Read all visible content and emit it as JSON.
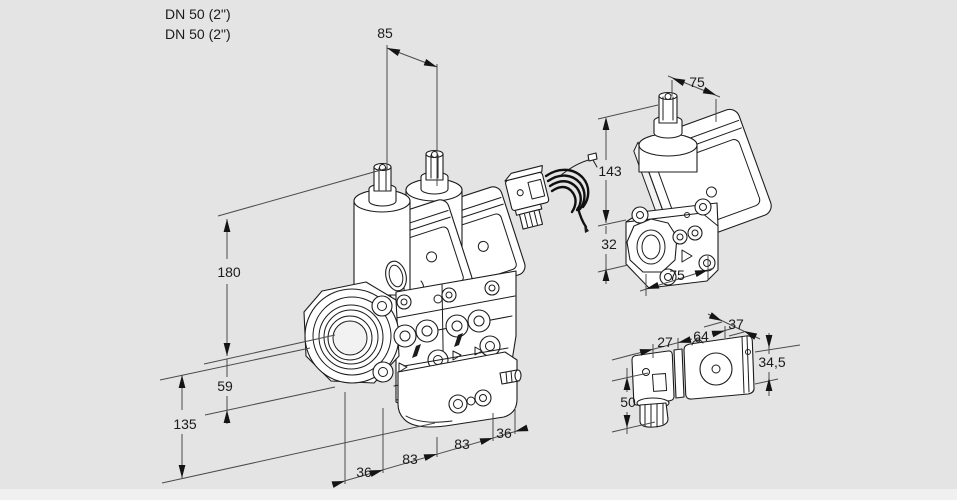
{
  "page": {
    "background_color": "#e4e4e4",
    "line_color": "#1c1c1c",
    "dimension_line_color": "#4c4c4c"
  },
  "labels": {
    "port1": "DN 50 (2\")",
    "port2": "DN 50 (2\")"
  },
  "main_view": {
    "description": "double solenoid valve assembly, isometric view",
    "dims": {
      "solenoid_pitch": "85",
      "height_top": "180",
      "height_flange": "59",
      "height_bottom": "135",
      "chain": [
        "36",
        "83",
        "83",
        "36"
      ]
    }
  },
  "side_view": {
    "description": "single valve, side isometric view",
    "dims": {
      "width_top": "75",
      "height_top": "143",
      "height_body": "32",
      "width_bottom": "75"
    }
  },
  "coil_view": {
    "description": "solenoid coil with plug, side view",
    "dims": {
      "plug_width": "27",
      "coil_length": "64",
      "coil_depth": "37",
      "coil_height": "34,5",
      "plug_height": "50"
    }
  }
}
